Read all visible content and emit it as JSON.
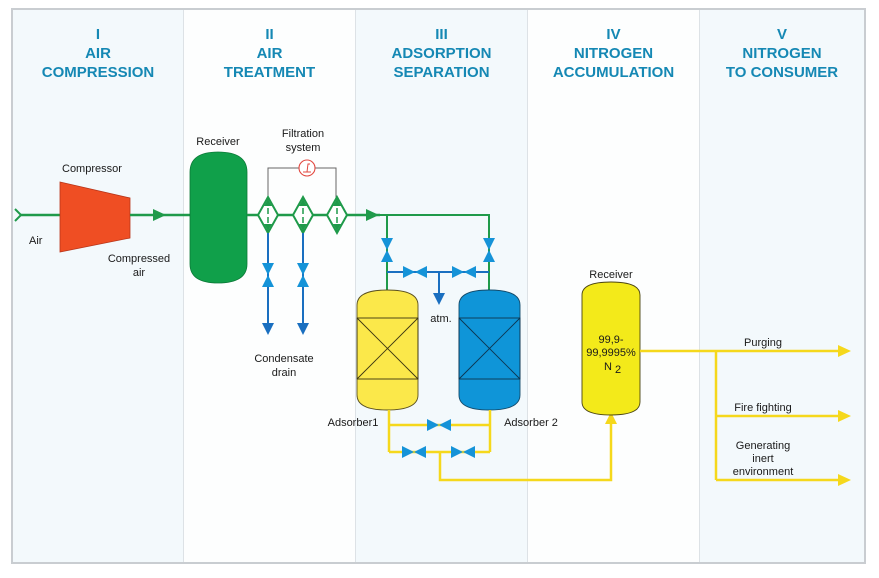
{
  "columns": [
    {
      "numeral": "I",
      "line1": "AIR",
      "line2": "COMPRESSION"
    },
    {
      "numeral": "II",
      "line1": "AIR",
      "line2": "TREATMENT"
    },
    {
      "numeral": "III",
      "line1": "ADSORPTION",
      "line2": "SEPARATION"
    },
    {
      "numeral": "IV",
      "line1": "NITROGEN",
      "line2": "ACCUMULATION"
    },
    {
      "numeral": "V",
      "line1": "NITROGEN",
      "line2": "TO CONSUMER"
    }
  ],
  "labels": {
    "air": "Air",
    "compressor": "Compressor",
    "compressed_air_1": "Compressed",
    "compressed_air_2": "air",
    "receiver1": "Receiver",
    "filtration_1": "Filtration",
    "filtration_2": "system",
    "condensate_1": "Condensate",
    "condensate_2": "drain",
    "atm": "atm.",
    "adsorber1": "Adsorber1",
    "adsorber2": "Adsorber 2",
    "receiver2": "Receiver",
    "purity_1": "99,9-",
    "purity_2": "99,9995%",
    "purity_3": "N",
    "purity_sub": "2",
    "purging": "Purging",
    "fire_fighting": "Fire fighting",
    "inert_1": "Generating",
    "inert_2": "inert",
    "inert_3": "environment"
  },
  "colors": {
    "title": "#1588b4",
    "air_line": "#1f9a4a",
    "compressor": "#ef4e23",
    "receiver_green": "#10a04a",
    "drain_blue": "#1a6fc0",
    "valve_blue": "#1593d8",
    "adsorber_yellow": "#fbe84a",
    "adsorber_blue": "#0f95d8",
    "nitrogen_line": "#f5d81c",
    "receiver_yellow": "#f3ea1a",
    "gauge_red": "#e2473f"
  }
}
